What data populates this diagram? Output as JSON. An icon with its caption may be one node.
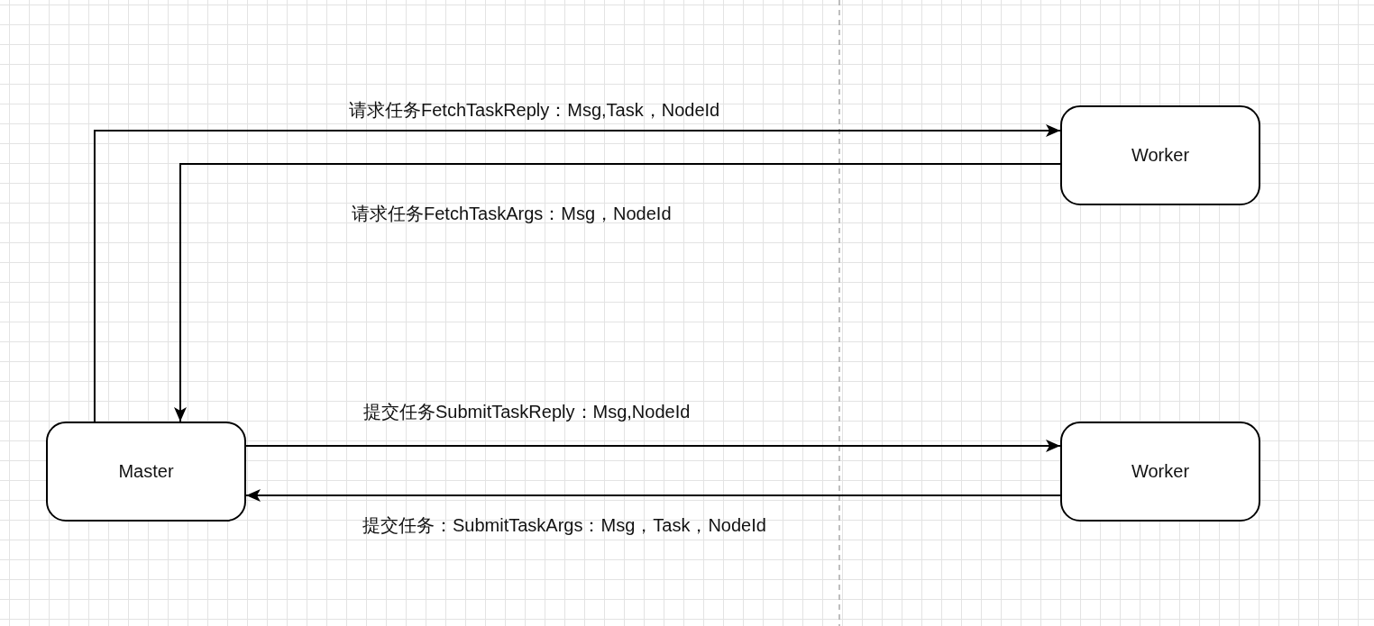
{
  "diagram": {
    "nodes": [
      {
        "text": [
          "Master"
        ]
      },
      {
        "text": [
          "Worker"
        ]
      },
      {
        "text": [
          "Worker"
        ]
      }
    ],
    "edges": [
      {
        "from": 0,
        "to": 1,
        "arrow": "to",
        "label": "请求任务FetchTaskReply：Msg,Task，NodeId"
      },
      {
        "from": 1,
        "to": 0,
        "arrow": "to",
        "label": "请求任务FetchTaskArgs：Msg，NodeId"
      },
      {
        "from": 0,
        "to": 2,
        "arrow": "to",
        "label": "提交任务SubmitTaskReply：Msg,NodeId"
      },
      {
        "from": 2,
        "to": 0,
        "arrow": "to",
        "label": "提交任务：SubmitTaskArgs：Msg，Task，NodeId"
      }
    ]
  }
}
